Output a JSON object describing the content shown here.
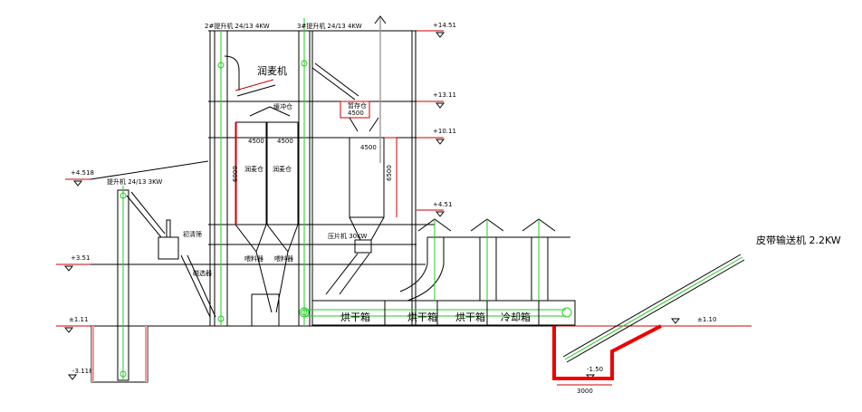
{
  "title": "Process flow elevation drawing",
  "elevations": {
    "e1451": "+14.51",
    "e1311": "+13.11",
    "e1011": "+10.11",
    "e451": "+4.51",
    "e4518": "+4.518",
    "e351": "+3.51",
    "e111": "±1.11",
    "e_311": "-3.118",
    "e110": "±1.10",
    "e_pit": "-1.50"
  },
  "labels": {
    "elevator1": "提升机  24/13  3KW",
    "elevator2": "2#提升机  24/13  4KW",
    "elevator3": "3#提升机  24/13  4KW",
    "dampener": "润麦机",
    "buffer": "缓冲仓",
    "temp_bin": "暂存仓",
    "temp_bin_size": "4500",
    "cleaner": "初清筛",
    "magnet": "磁选器",
    "bin_a": "润麦仓",
    "bin_b": "润麦仓",
    "bin_a_top": "4500",
    "bin_b_top": "4500",
    "bin_height": "6000",
    "tank_top": "4500",
    "tank_height": "6500",
    "feeder_a": "喂料器",
    "feeder_b": "喂料器",
    "flaker": "压片机  30KW",
    "dryer1": "烘干箱",
    "dryer2": "烘干箱",
    "dryer3": "烘干箱",
    "cooler": "冷却箱",
    "belt": "皮带输送机  2.2KW",
    "pit_width": "3000"
  },
  "colors": {
    "line": "#000000",
    "conveyor": "#22cc22",
    "dimension": "#cc0000",
    "pit": "#ee0000"
  }
}
